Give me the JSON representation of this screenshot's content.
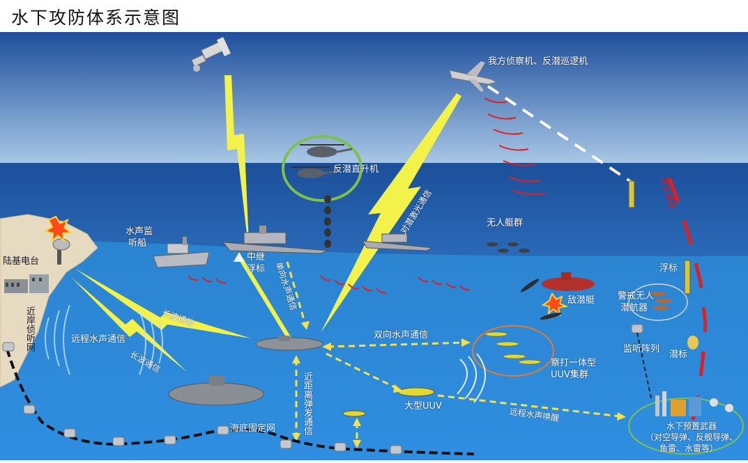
{
  "title": "水下攻防体系示意图",
  "labels": {
    "recon_aircraft": "我方侦察机、反潜巡逻机",
    "asw_helicopter": "反潜直升机",
    "laser_comm": "对潜激光通信",
    "usv_group": "无人艇群",
    "sonar_ship_line1": "水声监",
    "sonar_ship_line2": "听船",
    "relay_buoy_line1": "中继",
    "relay_buoy_line2": "浮标",
    "oneway_acoustic": "单向水声通信",
    "land_station": "陆基电台",
    "longwave1": "长波通信",
    "longwave2": "长波通信",
    "remote_acoustic": "远程水声通信",
    "coastal_net": "近岸侦听网",
    "twoway_acoustic": "双向水声通信",
    "enemy_sub": "敌潜艇",
    "alert_uuv_line1": "警戒无人",
    "alert_uuv_line2": "潜航器",
    "buoy": "浮标",
    "listen_array": "监听阵列",
    "sub_buoy": "潜标",
    "uuv_swarm_line1": "察打一体型",
    "uuv_swarm_line2": "UUV集群",
    "large_uuv": "大型UUV",
    "remote_wake": "远程水声唤醒",
    "short_launch": "近距离弹发通信",
    "seabed_net": "海底固定网",
    "weapons_line1": "水下预置武器",
    "weapons_line2": "（对空导弹、反舰导弹、",
    "weapons_line3": "鱼雷、水雷等）",
    "red_text": "对空通信"
  },
  "colors": {
    "sky_top": "#1e4f9c",
    "sky_bottom": "#8fb6dc",
    "sea_surface": "#1f57a8",
    "underwater": "#2e86d4",
    "lightning": "#f2f24a",
    "dashed_arrow": "#f5e14a",
    "red_signal": "#e02020",
    "land": "#e8dcc0"
  }
}
